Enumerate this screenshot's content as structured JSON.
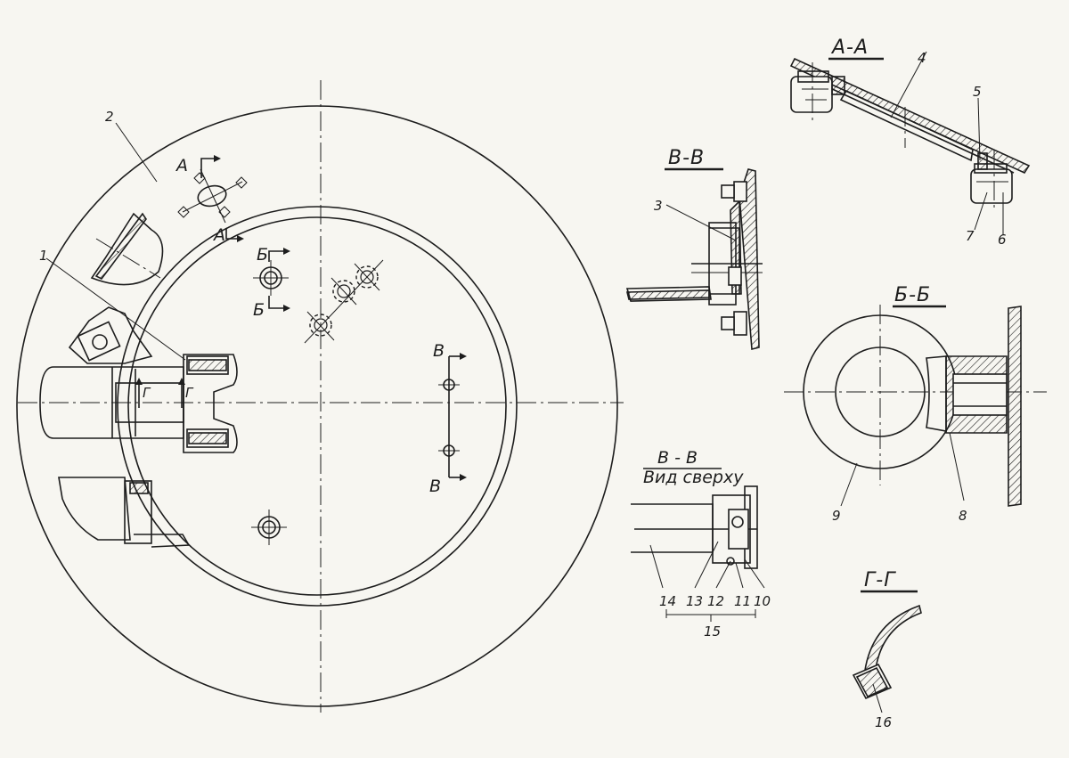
{
  "drawing": {
    "section_titles": {
      "aa": "А-А",
      "vv": "В-В",
      "bb": "Б-Б",
      "gg": "Г-Г",
      "vv_top": "В - В",
      "vv_top_sub": "Вид сверху"
    },
    "cut_marks": {
      "a": "А",
      "b": "Б",
      "v": "В",
      "g": "Г"
    },
    "part_numbers": [
      "1",
      "2",
      "3",
      "4",
      "5",
      "6",
      "7",
      "8",
      "9",
      "10",
      "11",
      "12",
      "13",
      "14",
      "15",
      "16"
    ]
  }
}
